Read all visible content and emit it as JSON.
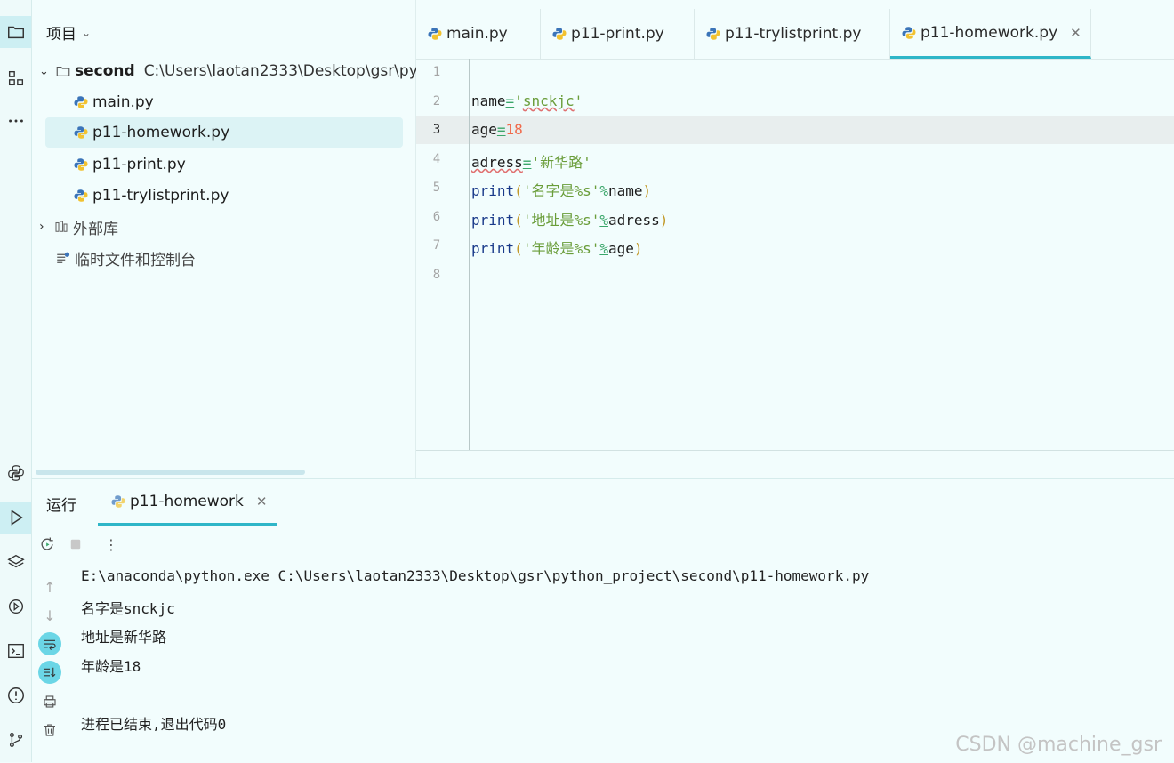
{
  "project_panel": {
    "title": "项目",
    "root": {
      "name": "second",
      "path": "C:\\Users\\laotan2333\\Desktop\\gsr\\py"
    },
    "files": [
      "main.py",
      "p11-homework.py",
      "p11-print.py",
      "p11-trylistprint.py"
    ],
    "selected_file": "p11-homework.py",
    "external_libs": "外部库",
    "scratches": "临时文件和控制台"
  },
  "editor": {
    "tabs": [
      {
        "label": "main.py"
      },
      {
        "label": "p11-print.py"
      },
      {
        "label": "p11-trylistprint.py"
      },
      {
        "label": "p11-homework.py",
        "active": true
      }
    ],
    "line_numbers": [
      "1",
      "2",
      "3",
      "4",
      "5",
      "6",
      "7",
      "8"
    ],
    "current_line": 3,
    "code_lines": [
      "",
      "name='snckjc'",
      "age=18",
      "adress='新华路'",
      "print('名字是%s'%name)",
      "print('地址是%s'%adress)",
      "print('年龄是%s'%age)",
      ""
    ]
  },
  "run_panel": {
    "title": "运行",
    "tab_label": "p11-homework",
    "command": "E:\\anaconda\\python.exe C:\\Users\\laotan2333\\Desktop\\gsr\\python_project\\second\\p11-homework.py",
    "output": [
      "名字是snckjc",
      "地址是新华路",
      "年龄是18"
    ],
    "exit_message": "进程已结束,退出代码0"
  },
  "watermark": "CSDN @machine_gsr",
  "colors": {
    "accent": "#2fb6c8",
    "background": "#f2fdfd",
    "string": "#6a9d3a",
    "number": "#f06a4b"
  }
}
